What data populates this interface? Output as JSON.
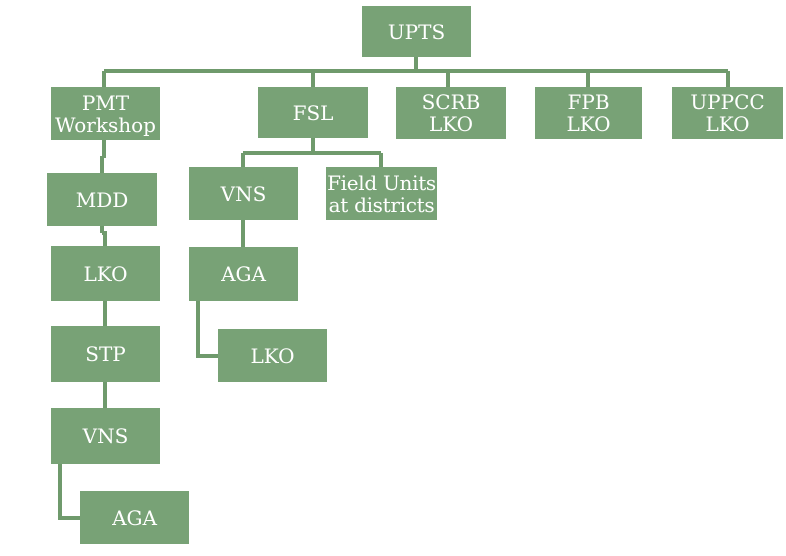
{
  "diagram": {
    "line_color": "#6f9a6c",
    "box_color": "#78a276",
    "text_color": "#ffffff",
    "nodes": {
      "upts": "UPTS",
      "pmt": "PMT\nWorkshop",
      "fsl": "FSL",
      "scrb": "SCRB\nLKO",
      "fpb": "FPB\nLKO",
      "uppcc": "UPPCC\nLKO",
      "mdd": "MDD",
      "pmt_lko": "LKO",
      "stp": "STP",
      "pmt_vns": "VNS",
      "pmt_aga": "AGA",
      "fsl_vns": "VNS",
      "field": "Field Units\nat districts",
      "fsl_aga": "AGA",
      "fsl_lko": "LKO"
    }
  }
}
